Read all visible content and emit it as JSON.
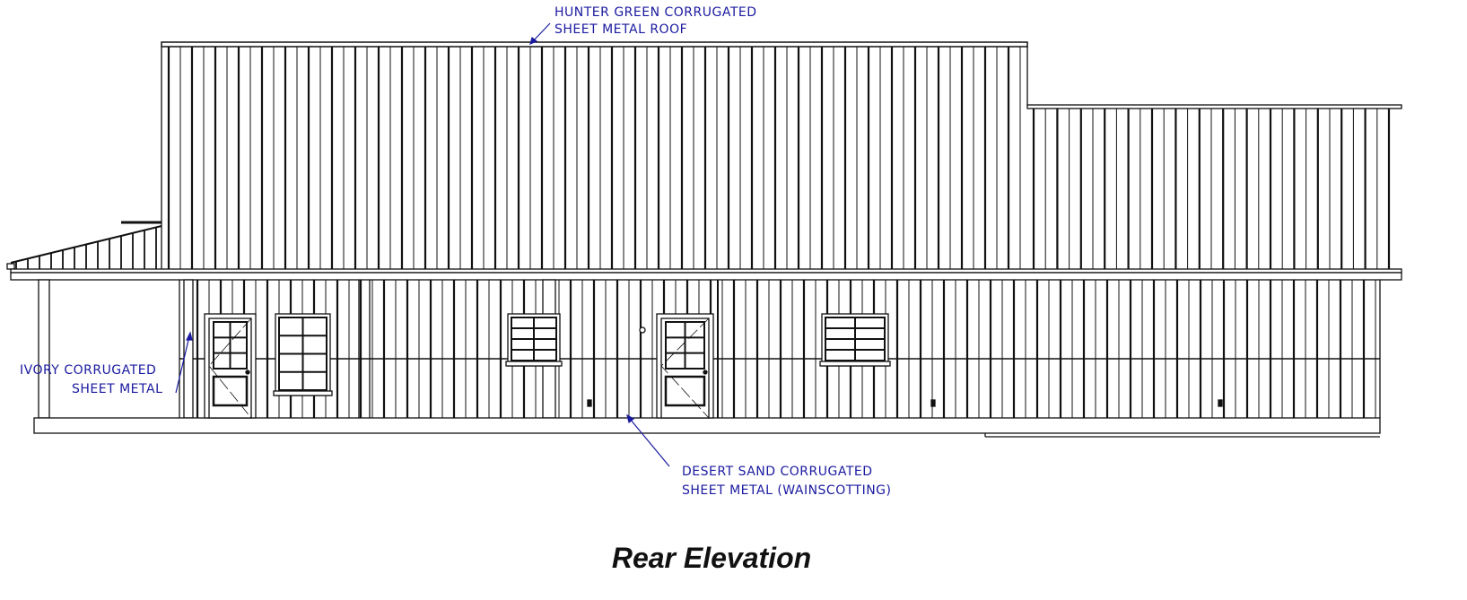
{
  "drawing": {
    "title": "Rear Elevation",
    "annotations": {
      "roof": {
        "line1": "HUNTER GREEN CORRUGATED",
        "line2": "SHEET METAL ROOF"
      },
      "wall": {
        "line1": "IVORY CORRUGATED",
        "line2": "SHEET METAL"
      },
      "wainscot": {
        "line1": "DESERT SAND CORRUGATED",
        "line2": "SHEET METAL (WAINSCOTTING)"
      }
    },
    "colors": {
      "annotation": "#1a1aa0",
      "line": "#111111"
    }
  }
}
